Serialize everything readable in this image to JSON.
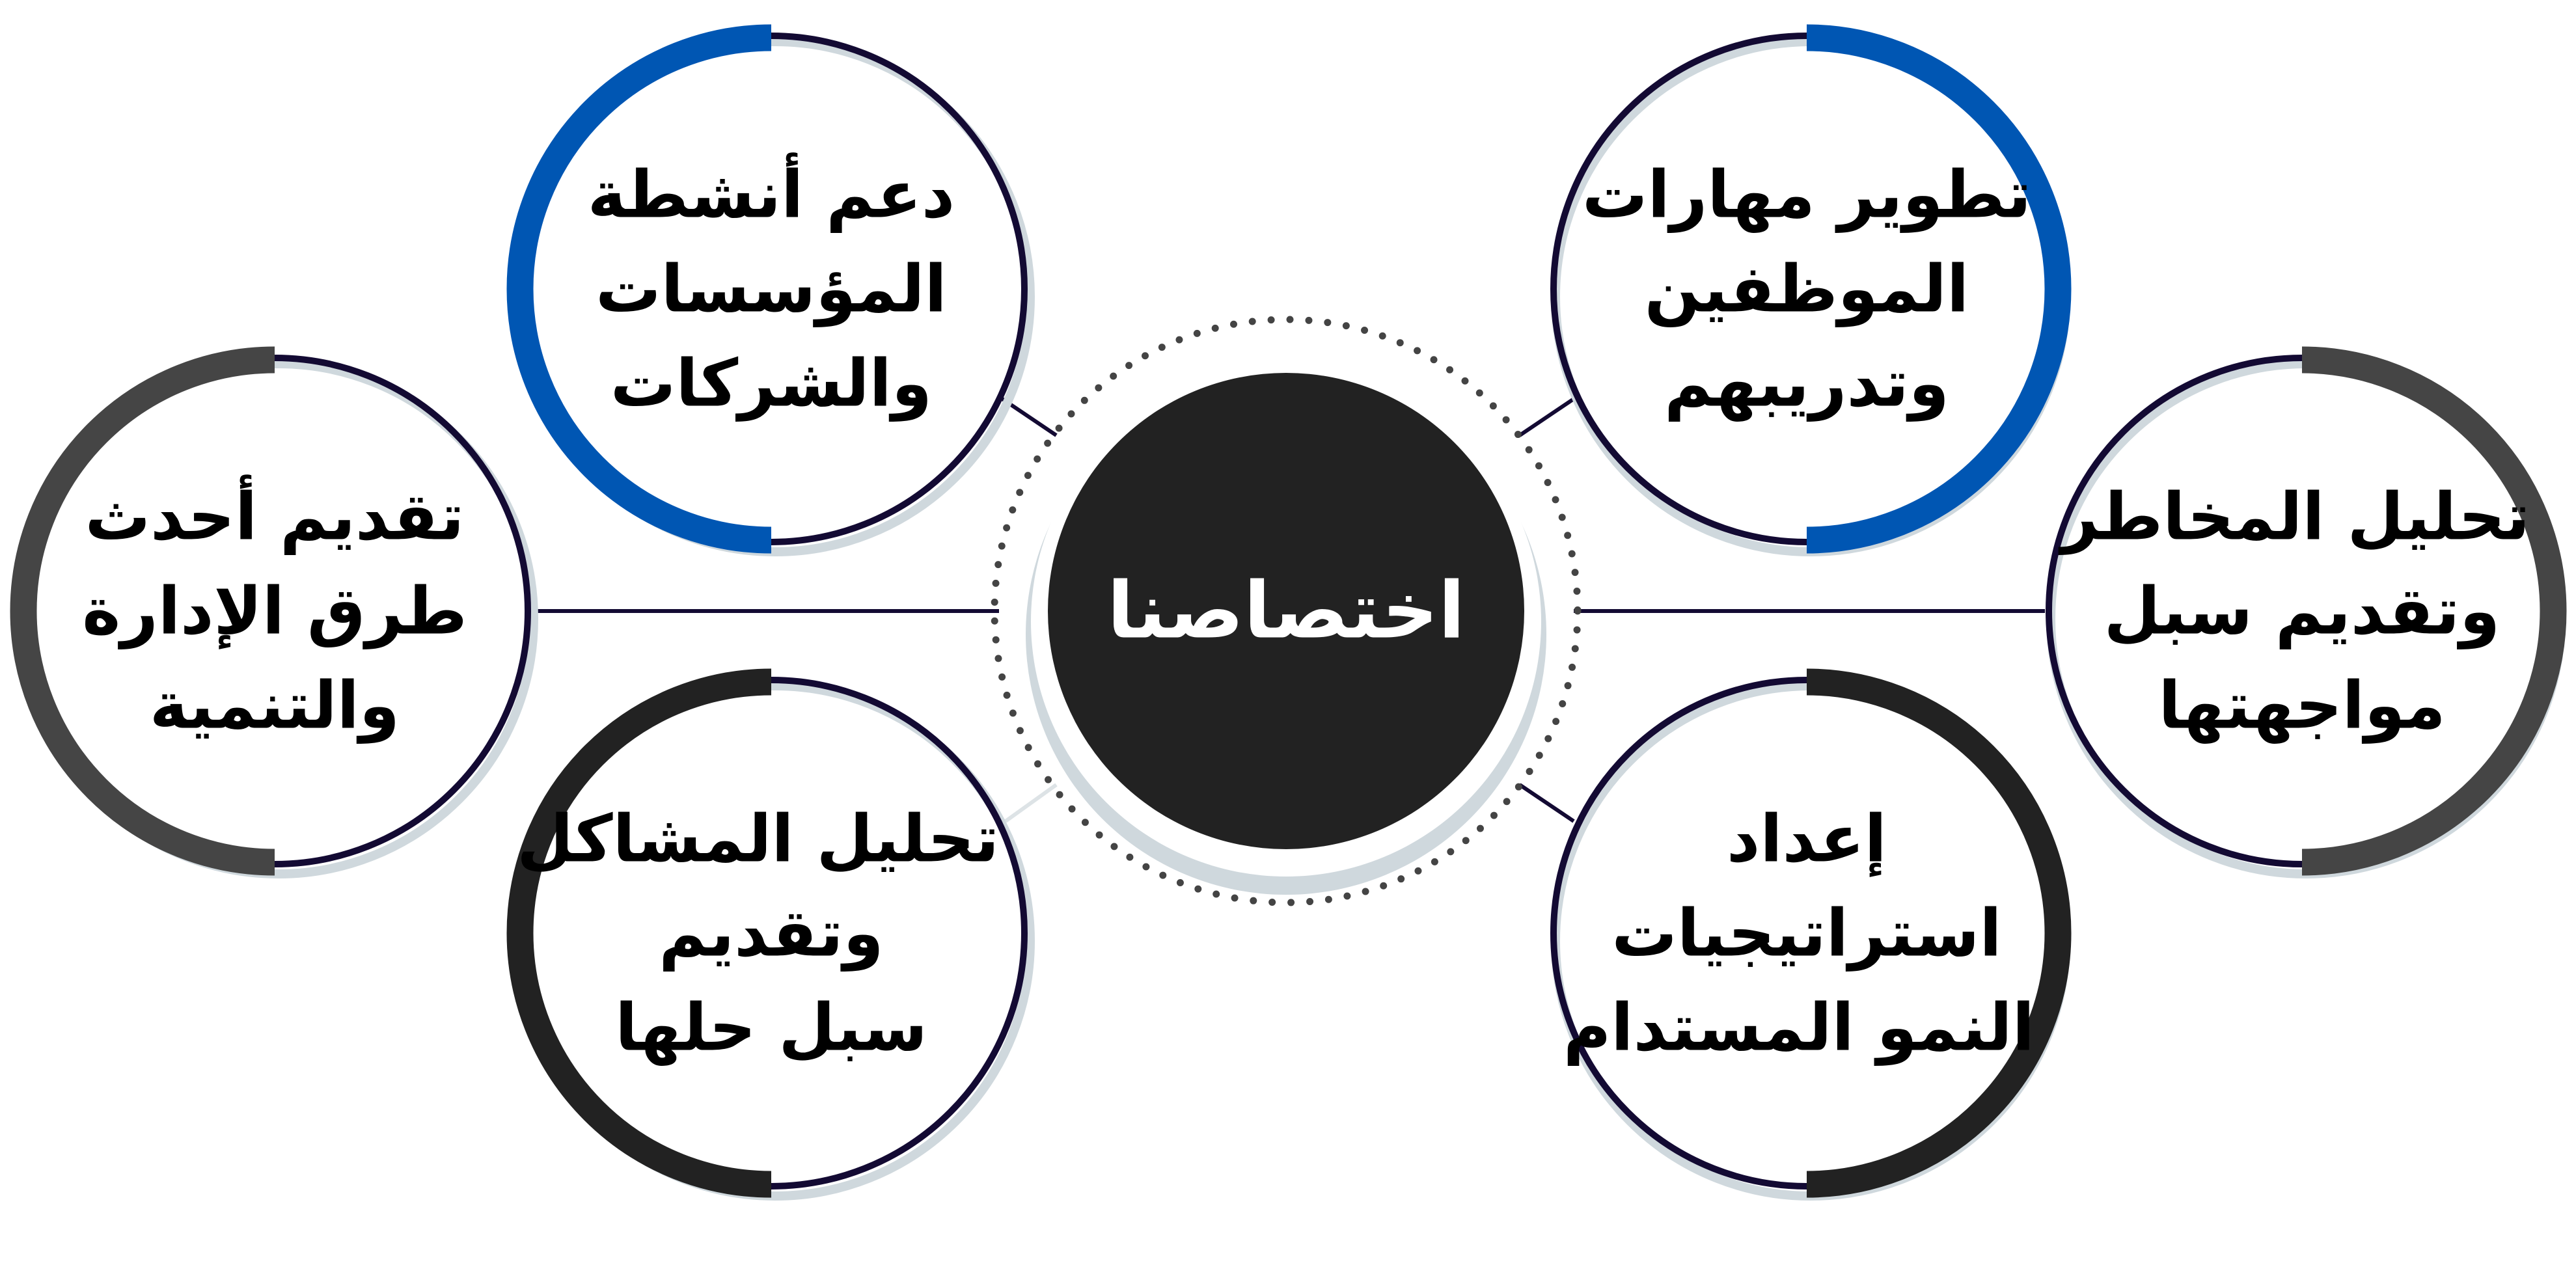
{
  "title": "اختصاصنا",
  "colors": {
    "blue": "#0056b3",
    "gray": "#454545",
    "dark": "#222222",
    "ring": "#130a33",
    "shadow": "#cfd8dd"
  },
  "items": [
    {
      "id": "top-left",
      "accent": "#0056b3",
      "lines": [
        "دعم أنشطة",
        "المؤسسات",
        "والشركات"
      ]
    },
    {
      "id": "top-right",
      "accent": "#0056b3",
      "lines": [
        "تطوير مهارات",
        "الموظفين",
        "وتدريبهم"
      ]
    },
    {
      "id": "left",
      "accent": "#454545",
      "lines": [
        "تقديم أحدث",
        "طرق الإدارة",
        "والتنمية"
      ]
    },
    {
      "id": "right",
      "accent": "#454545",
      "lines": [
        "تحليل المخاطر",
        "وتقديم سبل",
        "مواجهتها"
      ]
    },
    {
      "id": "bottom-left",
      "accent": "#222222",
      "lines": [
        "تحليل المشاكل",
        "وتقديم",
        "سبل حلها"
      ]
    },
    {
      "id": "bottom-right",
      "accent": "#222222",
      "lines": [
        "إعداد",
        "استراتيجيات",
        "النمو المستدام"
      ]
    }
  ]
}
